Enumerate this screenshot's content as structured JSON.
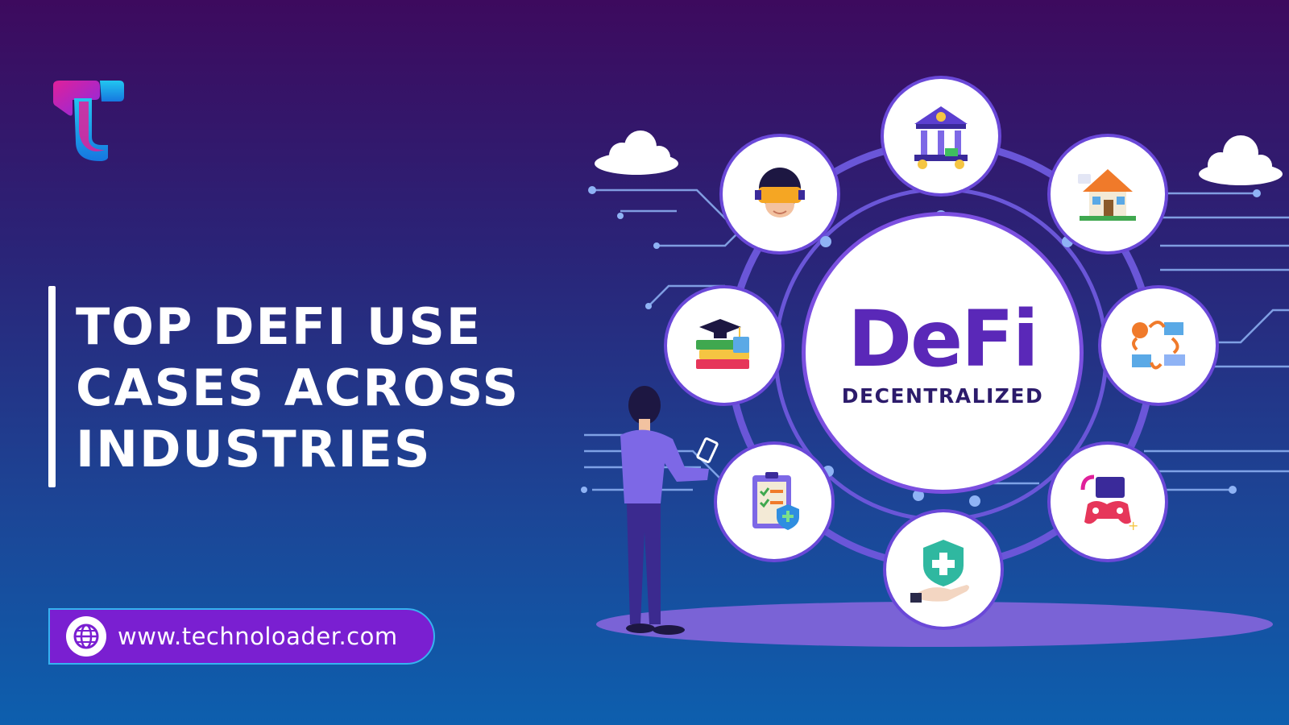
{
  "headline": {
    "lines": [
      "TOP DEFI USE",
      "CASES ACROSS",
      "INDUSTRIES"
    ]
  },
  "website": {
    "url": "www.technoloader.com",
    "icon": "globe-icon"
  },
  "center": {
    "title": "DeFi",
    "subtitle": "DECENTRALIZED"
  },
  "nodes": [
    {
      "icon": "bank-icon"
    },
    {
      "icon": "house-icon"
    },
    {
      "icon": "supply-chain-icon"
    },
    {
      "icon": "gaming-icon"
    },
    {
      "icon": "healthcare-shield-icon"
    },
    {
      "icon": "insurance-clipboard-icon"
    },
    {
      "icon": "education-books-icon"
    },
    {
      "icon": "vr-headset-icon"
    }
  ],
  "colors": {
    "bg_top": "#3d0a5e",
    "bg_bottom": "#0d5fae",
    "accent_purple": "#7a1fd1",
    "defi_purple": "#5a28b8",
    "ring": "#7b4fe0"
  }
}
